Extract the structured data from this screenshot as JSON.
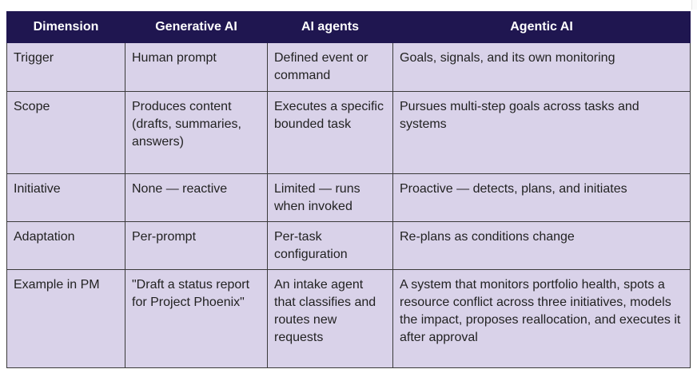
{
  "table": {
    "headers": [
      "Dimension",
      "Generative AI",
      "AI agents",
      "Agentic AI"
    ],
    "rows": [
      [
        "Trigger",
        "Human prompt",
        "Defined event or command",
        "Goals, signals, and its own monitoring"
      ],
      [
        "Scope",
        "Produces content (drafts, summaries, answers)",
        "Executes a specific bounded task",
        "Pursues multi-step goals across tasks and systems"
      ],
      [
        "Initiative",
        "None — reactive",
        "Limited — runs when invoked",
        "Proactive — detects, plans, and initiates"
      ],
      [
        "Adaptation",
        "Per-prompt",
        "Per-task configuration",
        "Re-plans as conditions change"
      ],
      [
        "Example in PM",
        "\"Draft a status report for Project Phoenix\"",
        "An intake agent that classifies and routes new requests",
        "A system that monitors portfolio health, spots a resource conflict across three initiatives, models the impact, proposes reallocation, and executes it after approval"
      ]
    ]
  },
  "colors": {
    "header_bg": "#1f1650",
    "header_text": "#ffffff",
    "cell_bg": "#d9d2e9",
    "border": "#3a3a3a"
  }
}
